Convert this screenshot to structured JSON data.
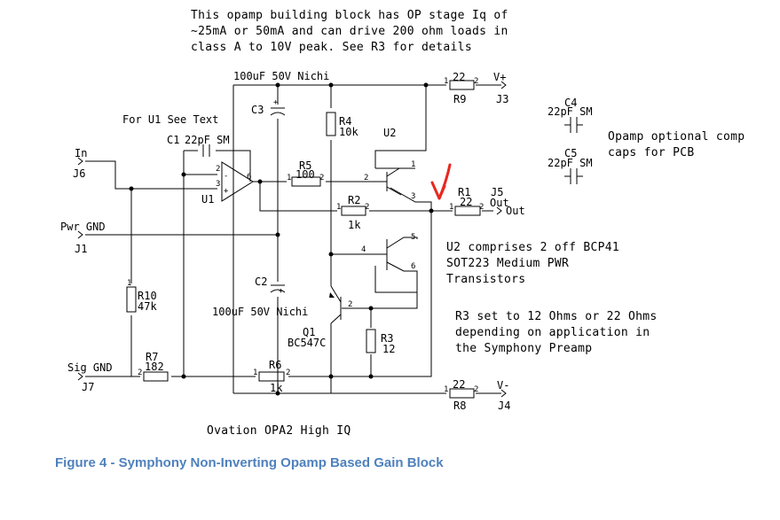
{
  "notes": {
    "top": [
      "This opamp building block has OP stage Iq of",
      "~25mA or 50mA and can drive 200 ohm loads in",
      "class A to 10V peak. See R3 for details"
    ],
    "comp": [
      "Opamp optional comp",
      "caps for PCB"
    ],
    "u2": [
      "U2 comprises 2 off BCP41",
      "SOT223 Medium PWR",
      "Transistors"
    ],
    "r3": [
      "R3 set to 12 Ohms or 22 Ohms",
      "depending on application in",
      "the Symphony Preamp"
    ],
    "u1_see": "For U1 See Text",
    "footer": "Ovation OPA2 High IQ"
  },
  "caption": "Figure 4  - Symphony Non-Inverting Opamp Based Gain Block",
  "parts": {
    "c3_value": "100uF 50V Nichi",
    "c3_ref": "C3",
    "c2_value": "100uF 50V Nichi",
    "c2_ref": "C2",
    "c1_ref": "C1",
    "c1_value": "22pF SM",
    "c4_ref": "C4",
    "c4_value": "22pF SM",
    "c5_ref": "C5",
    "c5_value": "22pF SM",
    "r4_ref": "R4",
    "r4_value": "10k",
    "r5_ref": "R5",
    "r5_value": "100",
    "r2_ref": "R2",
    "r2_value": "1k",
    "r1_ref": "R1",
    "r1_value": "22",
    "r9_ref": "R9",
    "r9_value": "22",
    "r8_ref": "R8",
    "r8_value": "22",
    "r10_ref": "R10",
    "r10_value": "47k",
    "r7_ref": "R7",
    "r7_value": "182",
    "r6_ref": "R6",
    "r6_value": "1k",
    "r3_ref": "R3",
    "r3_value": "12",
    "u1_ref": "U1",
    "u2_ref": "U2",
    "q1_ref": "Q1",
    "q1_value": "BC547C"
  },
  "ports": {
    "in_label": "In",
    "in_ref": "J6",
    "pwr_label": "Pwr GND",
    "pwr_ref": "J1",
    "sig_label": "Sig GND",
    "sig_ref": "J7",
    "vplus_label": "V+",
    "vplus_ref": "J3",
    "vminus_label": "V-",
    "vminus_ref": "J4",
    "out_label": "Out",
    "out_ref": "J5",
    "out_pin": "Out"
  },
  "pins": {
    "u1_2": "2",
    "u1_3": "3",
    "u1_6": "6",
    "u2_1": "1",
    "u2_2": "2",
    "u2_3": "3",
    "u2_4": "4",
    "u2_5": "5",
    "u2_6": "6",
    "q1_2": "2",
    "r_1": "1",
    "r_2": "2"
  },
  "annotation": {
    "arrow_color": "#e8281f"
  },
  "colors": {
    "caption": "#4f81bd",
    "wire": "#000000"
  }
}
